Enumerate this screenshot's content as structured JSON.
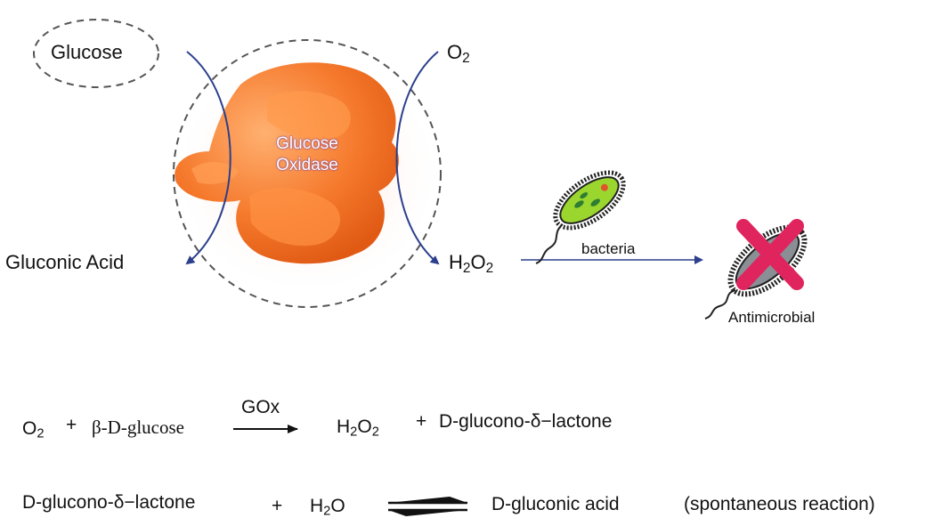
{
  "diagram": {
    "substrate_label": "Glucose",
    "enzyme_label": [
      "Glucose",
      "Oxidase"
    ],
    "oxygen_label": {
      "base": "O",
      "sub": "2"
    },
    "product_label": "Gluconic Acid",
    "peroxide_label": {
      "h": "H",
      "sub1": "2",
      "o": "O",
      "sub2": "2"
    },
    "arrow_label": "bacteria",
    "result_label": "Antimicrobial"
  },
  "equations": {
    "eq1": {
      "reactant1": {
        "base": "O",
        "sub": "2"
      },
      "plus1": "+",
      "reactant2": "β-D-glucose",
      "catalyst": "GOx",
      "product1": {
        "h": "H",
        "sub1": "2",
        "o": "O",
        "sub2": "2"
      },
      "plus2": "+",
      "product2": "D-glucono-δ−lactone"
    },
    "eq2": {
      "reactant1": "D-glucono-δ−lactone",
      "plus": "+",
      "reactant2": {
        "h": "H",
        "sub": "2",
        "o": "O"
      },
      "product": "D-gluconic acid",
      "note": "(spontaneous reaction)"
    }
  },
  "colors": {
    "arrow_blue": "#2b3f8c",
    "enzyme_orange": "#f27a2e",
    "bacteria_green": "#9bd62e",
    "bacteria_gray": "#8a8f96",
    "cross_magenta": "#e0245e"
  }
}
